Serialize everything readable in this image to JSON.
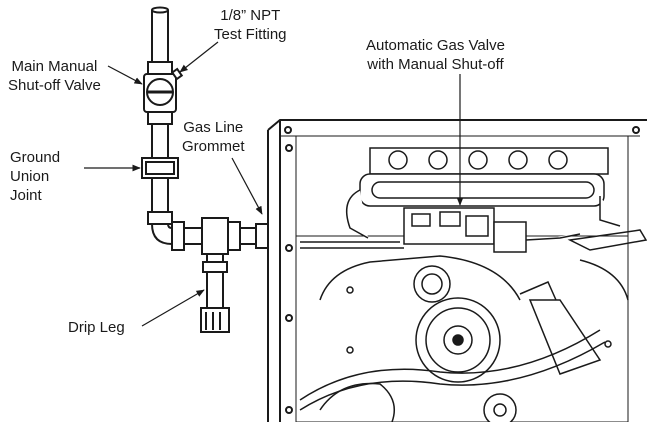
{
  "labels": {
    "test_fitting": [
      "1/8” NPT",
      "Test Fitting"
    ],
    "main_valve": [
      "Main Manual",
      "Shut-off Valve"
    ],
    "auto_valve": [
      "Automatic Gas Valve",
      "with Manual Shut-off"
    ],
    "ground_union": [
      "Ground",
      "Union",
      "Joint"
    ],
    "grommet": [
      "Gas Line",
      "Grommet"
    ],
    "drip_leg": [
      "Drip Leg"
    ]
  },
  "colors": {
    "line": "#1a1a1a",
    "fill": "#ffffff",
    "shade": "#d9d9d9"
  }
}
